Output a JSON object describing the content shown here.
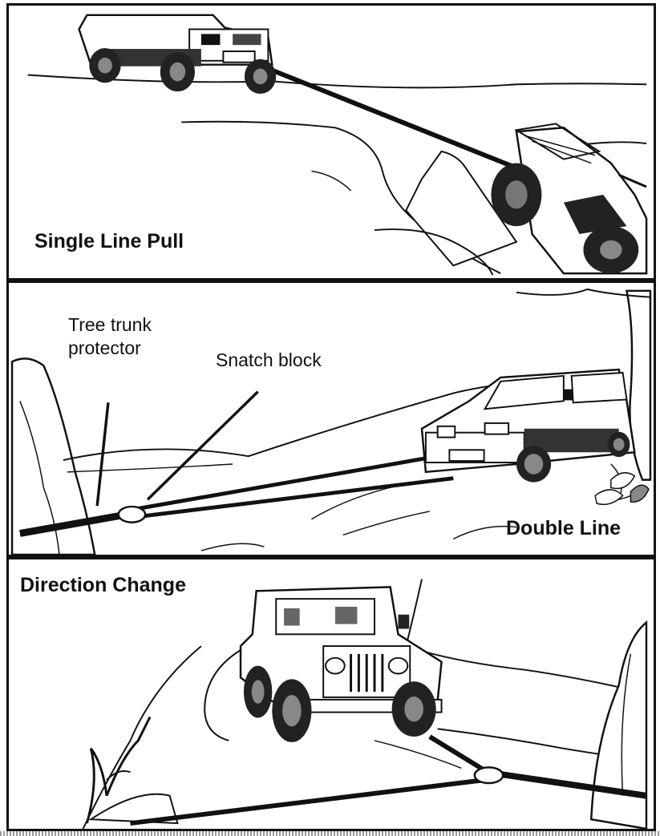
{
  "panels": {
    "single": {
      "title": "Single Line Pull"
    },
    "double": {
      "title": "Double Line",
      "callouts": {
        "tree_protector": "Tree trunk\nprotector",
        "snatch_block": "Snatch block"
      }
    },
    "direction": {
      "title": "Direction Change"
    }
  }
}
